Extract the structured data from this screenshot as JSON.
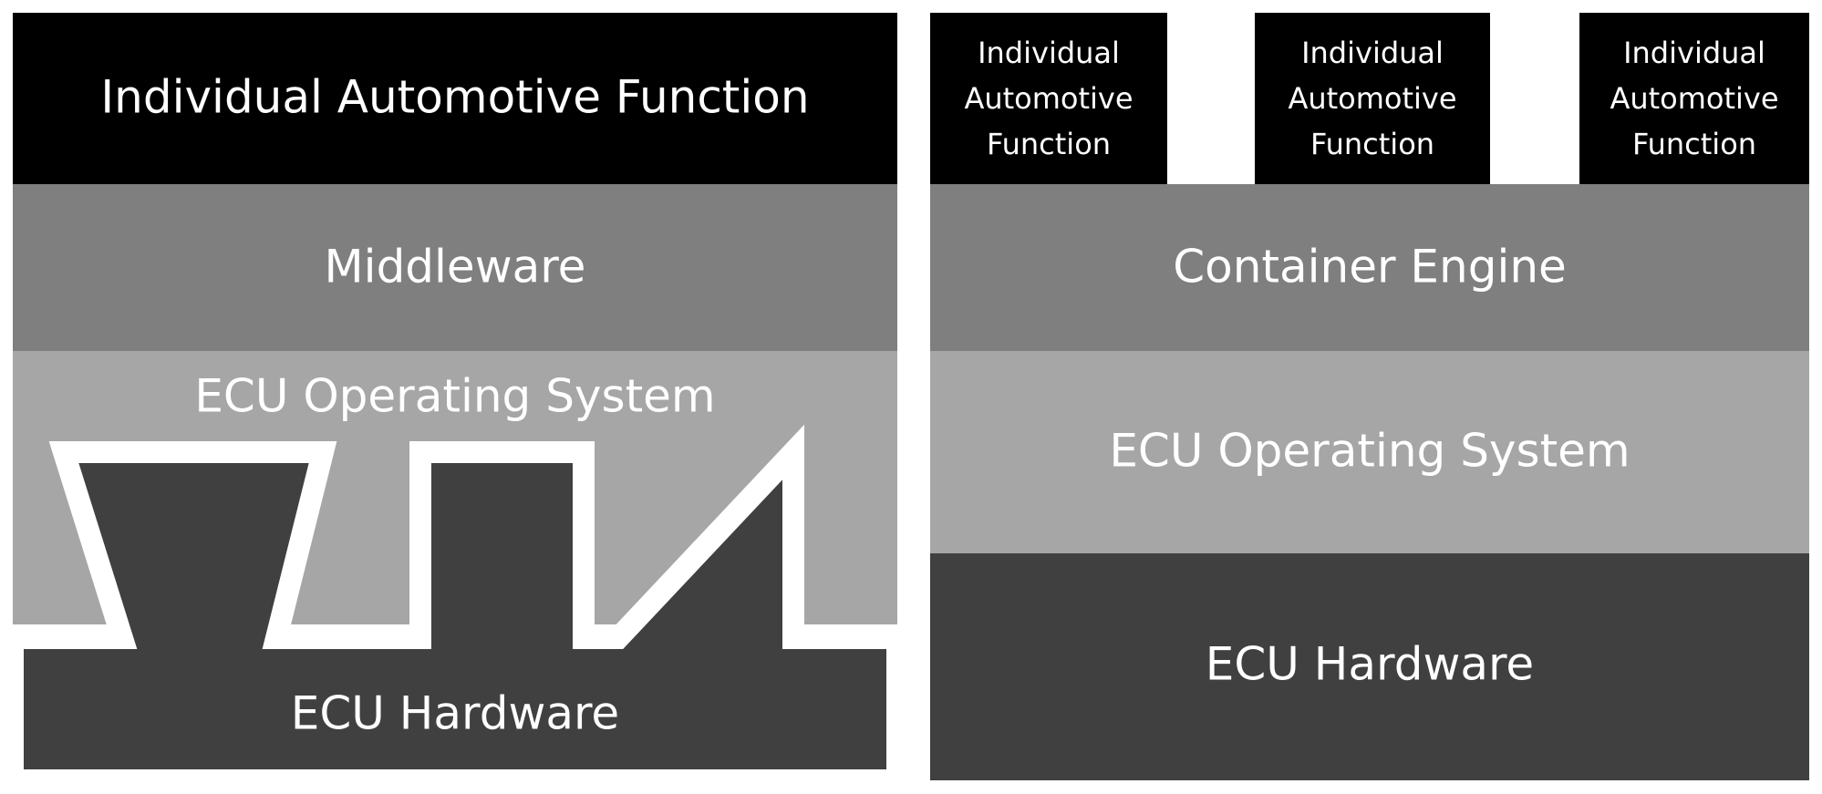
{
  "left_stack": {
    "function_label": "Individual Automotive Function",
    "middleware_label": "Middleware",
    "os_label": "ECU Operating System",
    "hardware_label": "ECU Hardware"
  },
  "right_stack": {
    "functions": [
      {
        "line1": "Individual",
        "line2": "Automotive",
        "line3": "Function"
      },
      {
        "line1": "Individual",
        "line2": "Automotive",
        "line3": "Function"
      },
      {
        "line1": "Individual",
        "line2": "Automotive",
        "line3": "Function"
      }
    ],
    "container_label": "Container Engine",
    "os_label": "ECU Operating System",
    "hardware_label": "ECU Hardware"
  },
  "colors": {
    "function_fill": "#000000",
    "middleware_fill": "#7f7f7f",
    "os_fill": "#a6a6a6",
    "hardware_fill": "#404040",
    "separator": "#ffffff",
    "text": "#ffffff"
  }
}
